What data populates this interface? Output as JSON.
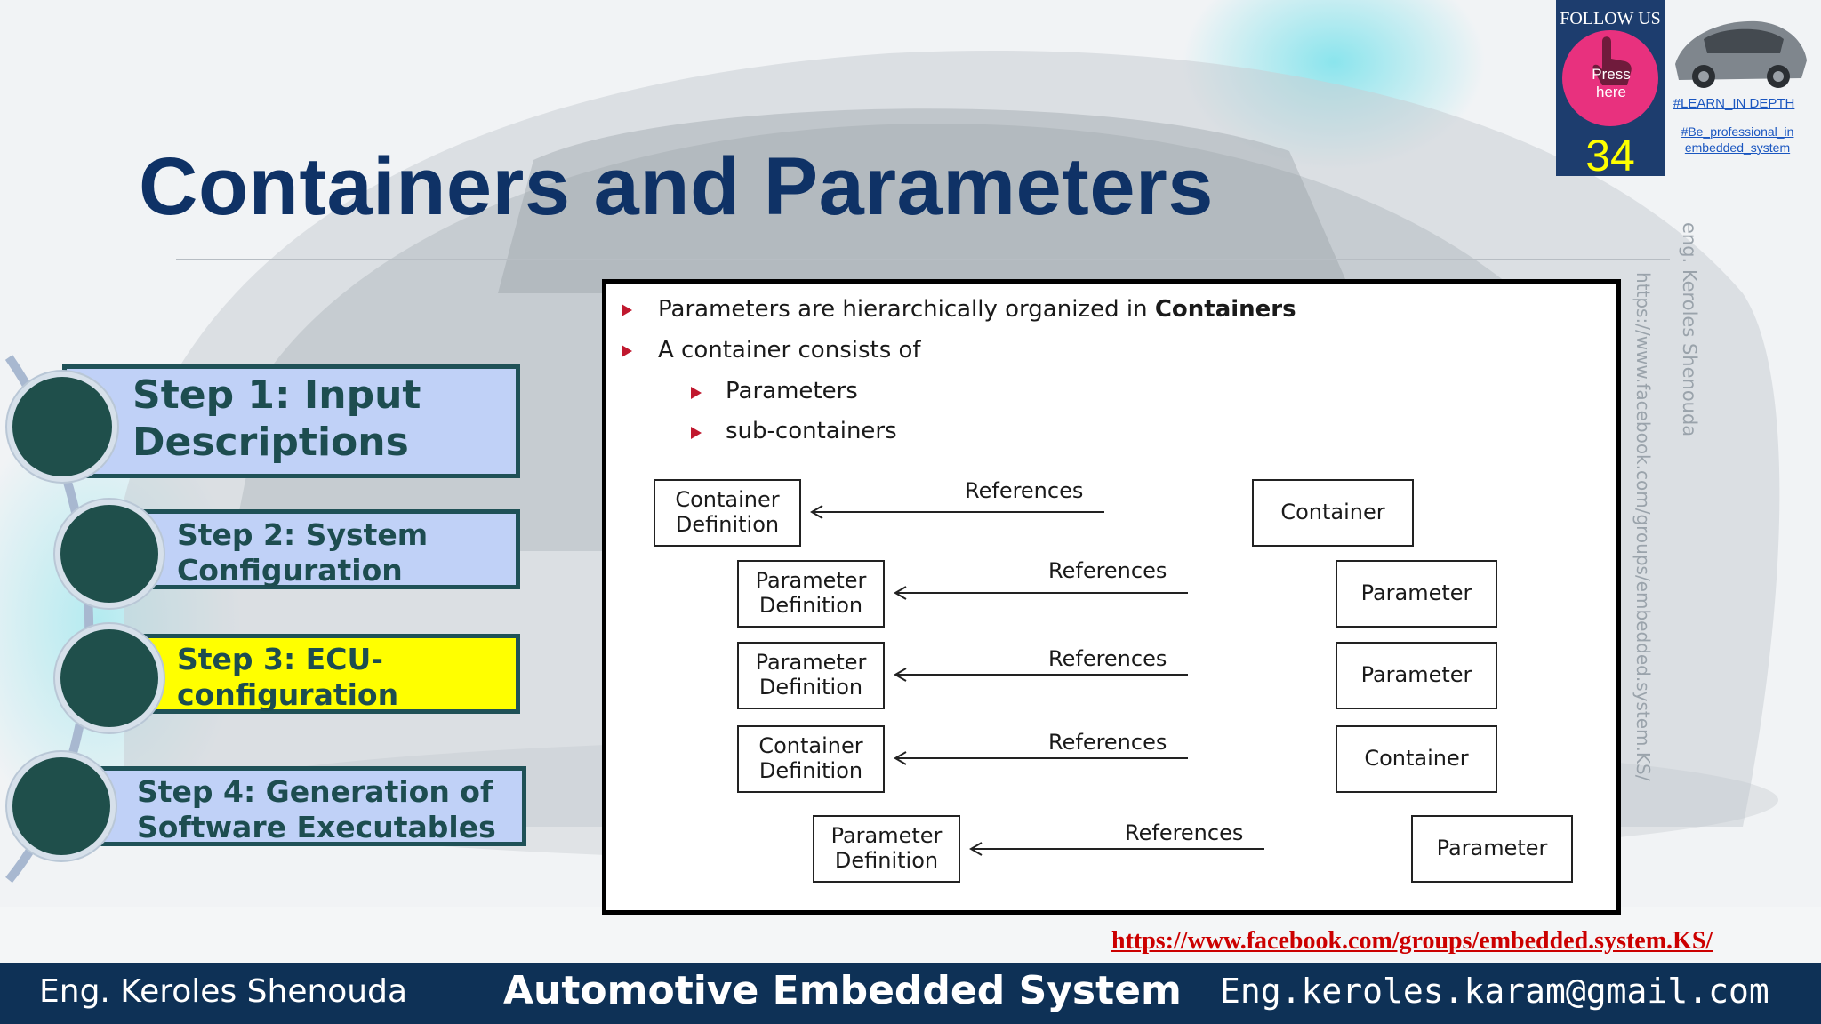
{
  "title": "Containers and Parameters",
  "steps": [
    {
      "label_line1": "Step 1: Input",
      "label_line2": "Descriptions",
      "active": false
    },
    {
      "label_line1": "Step 2: System",
      "label_line2": "Configuration",
      "active": false
    },
    {
      "label_line1": "Step 3: ECU-",
      "label_line2": "configuration",
      "active": true
    },
    {
      "label_line1": "Step 4: Generation of",
      "label_line2": "Software Executables",
      "active": false
    }
  ],
  "panel": {
    "bullets": [
      {
        "text": "Parameters are hierarchically organized in ",
        "bold": "Containers"
      },
      {
        "text": "A container consists of"
      }
    ],
    "sub_bullets": [
      "Parameters",
      "sub-containers"
    ],
    "relations": [
      {
        "target_line1": "Container",
        "target_line2": "Definition",
        "label": "References",
        "source": "Container"
      },
      {
        "target_line1": "Parameter",
        "target_line2": "Definition",
        "label": "References",
        "source": "Parameter"
      },
      {
        "target_line1": "Parameter",
        "target_line2": "Definition",
        "label": "References",
        "source": "Parameter"
      },
      {
        "target_line1": "Container",
        "target_line2": "Definition",
        "label": "References",
        "source": "Container"
      },
      {
        "target_line1": "Parameter",
        "target_line2": "Definition",
        "label": "References",
        "source": "Parameter"
      }
    ]
  },
  "badge": {
    "follow_text": "FOLLOW US",
    "press_line1": "Press",
    "press_line2": "here",
    "slide_number": "34"
  },
  "tags": {
    "learn": "#LEARN_IN DEPTH",
    "pro_line1": "#Be_professional_in",
    "pro_line2": "embedded_system"
  },
  "watermark": {
    "name": "eng. Keroles Shenouda",
    "url": "https://www.facebook.com/groups/embedded.system.KS/"
  },
  "fb_link": "https://www.facebook.com/groups/embedded.system.KS/",
  "footer": {
    "left": "Eng. Keroles Shenouda",
    "center": "Automotive Embedded System",
    "right": "Eng.keroles.karam@gmail.com"
  },
  "colors": {
    "title": "#0f3266",
    "step_fill": "#c0d1f7",
    "step_active": "#ffff00",
    "step_circle": "#1f4f4b",
    "footer": "#0e3156",
    "bullet": "#c0182e",
    "link": "#cc0000"
  }
}
